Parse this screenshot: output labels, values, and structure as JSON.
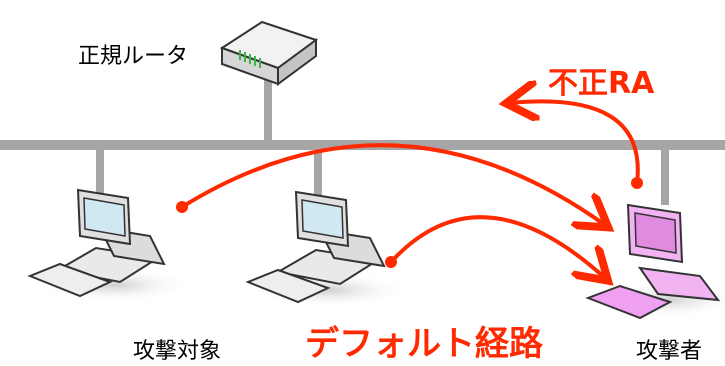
{
  "labels": {
    "router": "正規ルータ",
    "rogue_ra": "不正RA",
    "default_route": "デフォルト経路",
    "target": "攻撃対象",
    "attacker": "攻撃者"
  },
  "colors": {
    "arrow": "#ff2a00",
    "network_line": "#a6a6a6",
    "pc_body": "#dcdcdc",
    "pc_screen": "#9fd5ea",
    "attacker_body": "#f2b3f2",
    "attacker_screen": "#e08ae0",
    "router_body": "#e4e4e4",
    "router_led": "#39b54a"
  }
}
